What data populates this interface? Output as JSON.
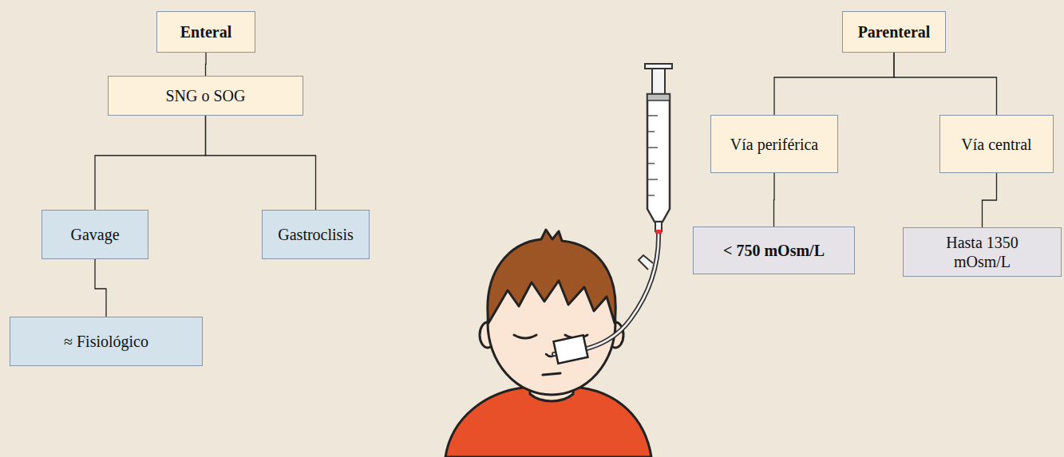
{
  "diagram": {
    "nodes": [
      {
        "text": [
          "Enteral"
        ]
      },
      {
        "text": [
          "SNG o SOG"
        ]
      },
      {
        "text": [
          "Gavage"
        ]
      },
      {
        "text": [
          "Gastroclisis"
        ]
      },
      {
        "text": [
          "≈ Fisiológico"
        ]
      },
      {
        "text": [
          "Parenteral"
        ]
      },
      {
        "text": [
          "Vía periférica"
        ]
      },
      {
        "text": [
          "Vía central"
        ]
      },
      {
        "text": [
          "< 750 mOsm/L"
        ]
      },
      {
        "text": [
          "Hasta 1350 mOsm/L"
        ]
      }
    ],
    "edges": [
      {
        "from": 0,
        "to": 1,
        "arrow": "none"
      },
      {
        "from": 1,
        "to": 2,
        "arrow": "none"
      },
      {
        "from": 1,
        "to": 3,
        "arrow": "none"
      },
      {
        "from": 2,
        "to": 4,
        "arrow": "none"
      },
      {
        "from": 5,
        "to": 6,
        "arrow": "none"
      },
      {
        "from": 5,
        "to": 7,
        "arrow": "none"
      },
      {
        "from": 6,
        "to": 8,
        "arrow": "none"
      },
      {
        "from": 7,
        "to": 9,
        "arrow": "none"
      }
    ]
  }
}
